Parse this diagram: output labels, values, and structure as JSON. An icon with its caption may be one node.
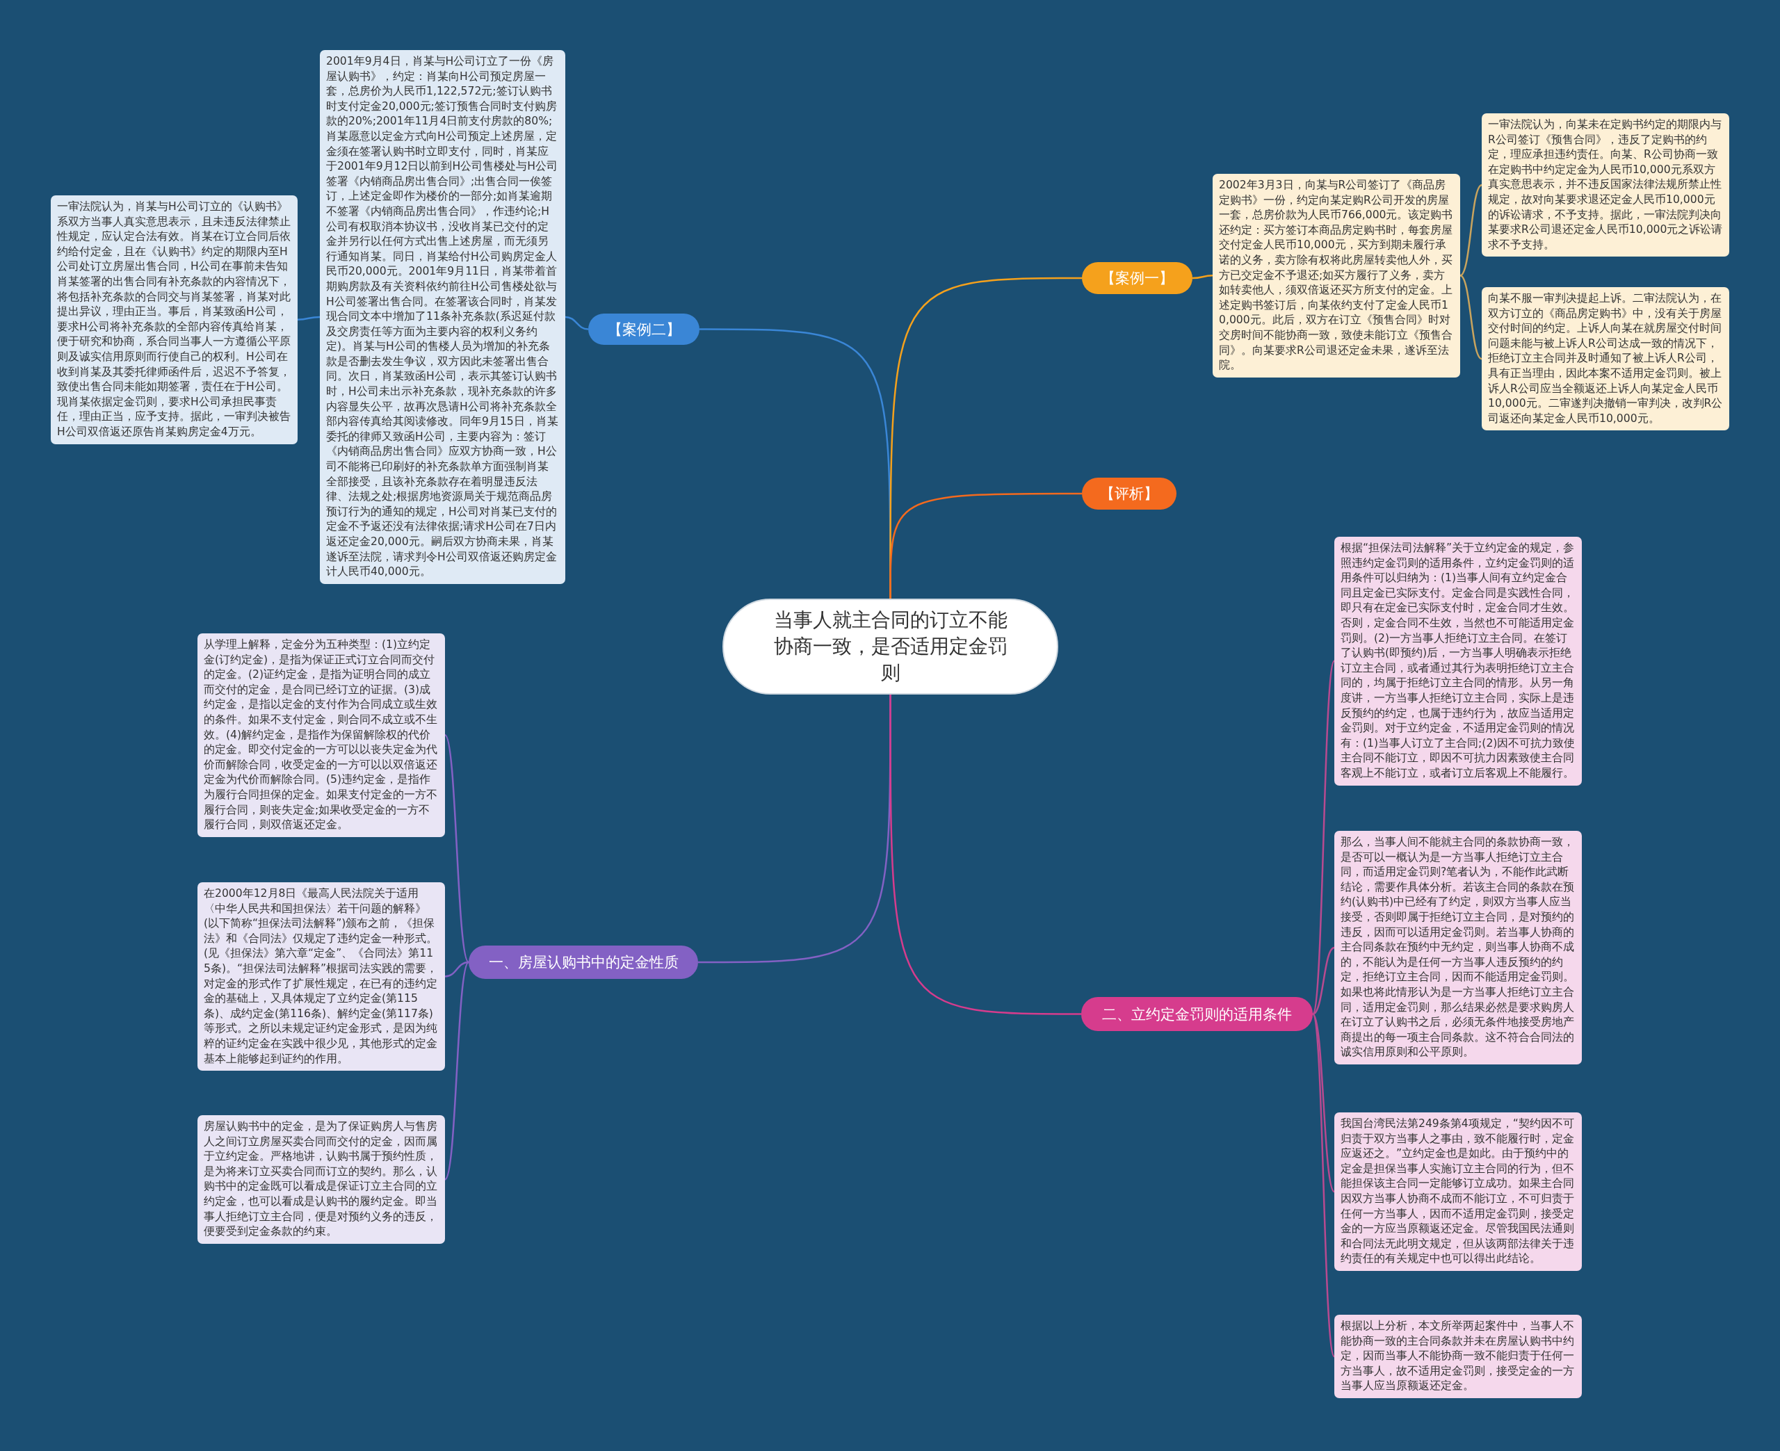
{
  "diagram": {
    "nodes": [
      {
        "text": [
          "当事人就主合同的订立不能协商一致，是否适用定金罚则"
        ]
      },
      {
        "text": [
          "【案例二】"
        ]
      },
      {
        "text": [
          "2001年9月4日，肖某与H公司订立了一份《房屋认购书》，约定：肖某向H公司预定房屋一套，总房价为人民币1,122,572元;签订认购书时支付定金20,000元;签订预售合同时支付购房款的20%;2001年11月4日前支付房款的80%;肖某愿意以定金方式向H公司预定上述房屋，定金须在签署认购书时立即支付，同时，肖某应于2001年9月12日以前到H公司售楼处与H公司签署《内销商品房出售合同》;出售合同一俟签订，上述定金即作为楼价的一部分;如肖某逾期不签署《内销商品房出售合同》，作违约论;H公司有权取消本协议书，没收肖某已交付的定金并另行以任何方式出售上述房屋，而无须另行通知肖某。同日，肖某给付H公司购房定金人民币20,000元。2001年9月11日，肖某带着首期购房款及有关资料依约前往H公司售楼处欲与H公司签署出售合同。在签署该合同时，肖某发现合同文本中增加了11条补充条款(系迟延付款及交房责任等方面为主要内容的权利义务约定)。肖某与H公司的售楼人员为增加的补充条款是否删去发生争议，双方因此未签署出售合同。次日，肖某致函H公司，表示其签订认购书时，H公司未出示补充条款，现补充条款的许多内容显失公平，故再次恳请H公司将补充条款全部内容传真给其阅读修改。同年9月15日，肖某委托的律师又致函H公司，主要内容为：签订《内销商品房出售合同》应双方协商一致，H公司不能将已印刷好的补充条款单方面强制肖某全部接受，且该补充条款存在着明显违反法律、法规之处;根据房地资源局关于规范商品房预订行为的通知的规定，H公司对肖某已支付的定金不予返还没有法律依据;请求H公司在7日内返还定金20,000元。嗣后双方协商未果，肖某遂诉至法院，请求判令H公司双倍返还购房定金计人民币40,000元。"
        ]
      },
      {
        "text": [
          "一审法院认为，肖某与H公司订立的《认购书》系双方当事人真实意思表示，且未违反法律禁止性规定，应认定合法有效。肖某在订立合同后依约给付定金，且在《认购书》约定的期限内至H公司处订立房屋出售合同，H公司在事前未告知肖某签署的出售合同有补充条款的内容情况下，将包括补充条款的合同交与肖某签署，肖某对此提出异议，理由正当。事后，肖某致函H公司，要求H公司将补充条款的全部内容传真给肖某，便于研究和协商，系合同当事人一方遵循公平原则及诚实信用原则而行使自己的权利。H公司在收到肖某及其委托律师函件后，迟迟不予答复，致使出售合同未能如期签署，责任在于H公司。现肖某依据定金罚则，要求H公司承担民事责任，理由正当，应予支持。据此，一审判决被告H公司双倍返还原告肖某购房定金4万元。"
        ]
      },
      {
        "text": [
          "【案例一】"
        ]
      },
      {
        "text": [
          "2002年3月3日，向某与R公司签订了《商品房定购书》一份，约定向某定购R公司开发的房屋一套，总房价款为人民币766,000元。该定购书还约定：买方签订本商品房定购书时，每套房屋交付定金人民币10,000元，买方到期未履行承诺的义务，卖方除有权将此房屋转卖他人外，买方已交定金不予退还;如买方履行了义务，卖方如转卖他人，须双倍返还买方所支付的定金。上述定购书签订后，向某依约支付了定金人民币10,000元。此后，双方在订立《预售合同》时对交房时间不能协商一致，致使未能订立《预售合同》。向某要求R公司退还定金未果，遂诉至法院。"
        ]
      },
      {
        "text": [
          "一审法院认为，向某未在定购书约定的期限内与R公司签订《预售合同》，违反了定购书的约定，理应承担违约责任。向某、R公司协商一致在定购书中约定定金为人民币10,000元系双方真实意思表示，并不违反国家法律法规所禁止性规定，故对向某要求退还定金人民币10,000元的诉讼请求，不予支持。据此，一审法院判决向某要求R公司退还定金人民币10,000元之诉讼请求不予支持。"
        ]
      },
      {
        "text": [
          "向某不服一审判决提起上诉。二审法院认为，在双方订立的《商品房定购书》中，没有关于房屋交付时间的约定。上诉人向某在就房屋交付时间问题未能与被上诉人R公司达成一致的情况下，拒绝订立主合同并及时通知了被上诉人R公司，具有正当理由，因此本案不适用定金罚则。被上诉人R公司应当全额返还上诉人向某定金人民币10,000元。二审遂判决撤销一审判决，改判R公司返还向某定金人民币10,000元。"
        ]
      },
      {
        "text": [
          "【评析】"
        ]
      },
      {
        "text": [
          "一、房屋认购书中的定金性质"
        ]
      },
      {
        "text": [
          "从学理上解释，定金分为五种类型：(1)立约定金(订约定金)，是指为保证正式订立合同而交付的定金。(2)证约定金，是指为证明合同的成立而交付的定金，是合同已经订立的证据。(3)成约定金，是指以定金的支付作为合同成立或生效的条件。如果不支付定金，则合同不成立或不生效。(4)解约定金，是指作为保留解除权的代价的定金。即交付定金的一方可以以丧失定金为代价而解除合同，收受定金的一方可以以双倍返还定金为代价而解除合同。(5)违约定金，是指作为履行合同担保的定金。如果支付定金的一方不履行合同，则丧失定金;如果收受定金的一方不履行合同，则双倍返还定金。"
        ]
      },
      {
        "text": [
          "在2000年12月8日《最高人民法院关于适用〈中华人民共和国担保法〉若干问题的解释》(以下简称“担保法司法解释”)颁布之前，《担保法》和《合同法》仅规定了违约定金一种形式。(见《担保法》第六章“定金”、《合同法》第115条)。“担保法司法解释”根据司法实践的需要，对定金的形式作了扩展性规定，在已有的违约定金的基础上，又具体规定了立约定金(第115条)、成约定金(第116条)、解约定金(第117条)等形式。之所以未规定证约定金形式，是因为纯粹的证约定金在实践中很少见，其他形式的定金基本上能够起到证约的作用。"
        ]
      },
      {
        "text": [
          "房屋认购书中的定金，是为了保证购房人与售房人之间订立房屋买卖合同而交付的定金，因而属于立约定金。严格地讲，认购书属于预约性质，是为将来订立买卖合同而订立的契约。那么，认购书中的定金既可以看成是保证订立主合同的立约定金，也可以看成是认购书的履约定金。即当事人拒绝订立主合同，便是对预约义务的违反，便要受到定金条款的约束。"
        ]
      },
      {
        "text": [
          "二、立约定金罚则的适用条件"
        ]
      },
      {
        "text": [
          "根据“担保法司法解释”关于立约定金的规定，参照违约定金罚则的适用条件，立约定金罚则的适用条件可以归纳为：(1)当事人间有立约定金合同且定金已实际支付。定金合同是实践性合同，即只有在定金已实际支付时，定金合同才生效。否则，定金合同不生效，当然也不可能适用定金罚则。(2)一方当事人拒绝订立主合同。在签订了认购书(即预约)后，一方当事人明确表示拒绝订立主合同，或者通过其行为表明拒绝订立主合同的，均属于拒绝订立主合同的情形。从另一角度讲，一方当事人拒绝订立主合同，实际上是违反预约的约定，也属于违约行为，故应当适用定金罚则。对于立约定金，不适用定金罚则的情况有：(1)当事人订立了主合同;(2)因不可抗力致使主合同不能订立，即因不可抗力因素致使主合同客观上不能订立，或者订立后客观上不能履行。"
        ]
      },
      {
        "text": [
          "那么，当事人间不能就主合同的条款协商一致，是否可以一概认为是一方当事人拒绝订立主合同，而适用定金罚则?笔者认为，不能作此武断结论，需要作具体分析。若该主合同的条款在预约(认购书)中已经有了约定，则双方当事人应当接受，否则即属于拒绝订立主合同，是对预约的违反，因而可以适用定金罚则。若当事人协商的主合同条款在预约中无约定，则当事人协商不成的，不能认为是任何一方当事人违反预约的约定，拒绝订立主合同，因而不能适用定金罚则。如果也将此情形认为是一方当事人拒绝订立主合同，适用定金罚则，那么结果必然是要求购房人在订立了认购书之后，必须无条件地接受房地产商提出的每一项主合同条款。这不符合合同法的诚实信用原则和公平原则。"
        ]
      },
      {
        "text": [
          "我国台湾民法第249条第4项规定，“契约因不可归责于双方当事人之事由，致不能履行时，定金应返还之。”立约定金也是如此。由于预约中的定金是担保当事人实施订立主合同的行为，但不能担保该主合同一定能够订立成功。如果主合同因双方当事人协商不成而不能订立，不可归责于任何一方当事人，因而不适用定金罚则，接受定金的一方应当原额返还定金。尽管我国民法通则和合同法无此明文规定，但从该两部法律关于违约责任的有关规定中也可以得出此结论。"
        ]
      },
      {
        "text": [
          "根据以上分析，本文所举两起案件中，当事人不能协商一致的主合同条款并未在房屋认购书中约定，因而当事人不能协商一致不能归责于任何一方当事人，故不适用定金罚则，接受定金的一方当事人应当原额返还定金。"
        ]
      }
    ],
    "edges": [
      {
        "from": 0,
        "to": 1,
        "arrow": "none",
        "color": "#3a86d6"
      },
      {
        "from": 1,
        "to": 2,
        "arrow": "none",
        "color": "#3a86d6"
      },
      {
        "from": 2,
        "to": 3,
        "arrow": "none",
        "color": "#3a86d6"
      },
      {
        "from": 0,
        "to": 4,
        "arrow": "none",
        "color": "#f5a11c"
      },
      {
        "from": 4,
        "to": 5,
        "arrow": "none",
        "color": "#f5a11c"
      },
      {
        "from": 5,
        "to": 6,
        "arrow": "none",
        "color": "#c9a45e"
      },
      {
        "from": 5,
        "to": 7,
        "arrow": "none",
        "color": "#c9a45e"
      },
      {
        "from": 0,
        "to": 8,
        "arrow": "none",
        "color": "#f46a1e"
      },
      {
        "from": 0,
        "to": 9,
        "arrow": "none",
        "color": "#8361c4"
      },
      {
        "from": 9,
        "to": 10,
        "arrow": "none",
        "color": "#8361c4"
      },
      {
        "from": 9,
        "to": 11,
        "arrow": "none",
        "color": "#8361c4"
      },
      {
        "from": 9,
        "to": 12,
        "arrow": "none",
        "color": "#8361c4"
      },
      {
        "from": 0,
        "to": 13,
        "arrow": "none",
        "color": "#d63c8d"
      },
      {
        "from": 13,
        "to": 14,
        "arrow": "none",
        "color": "#b84a90"
      },
      {
        "from": 13,
        "to": 15,
        "arrow": "none",
        "color": "#b84a90"
      },
      {
        "from": 13,
        "to": 16,
        "arrow": "none",
        "color": "#b84a90"
      },
      {
        "from": 13,
        "to": 17,
        "arrow": "none",
        "color": "#b84a90"
      }
    ]
  }
}
